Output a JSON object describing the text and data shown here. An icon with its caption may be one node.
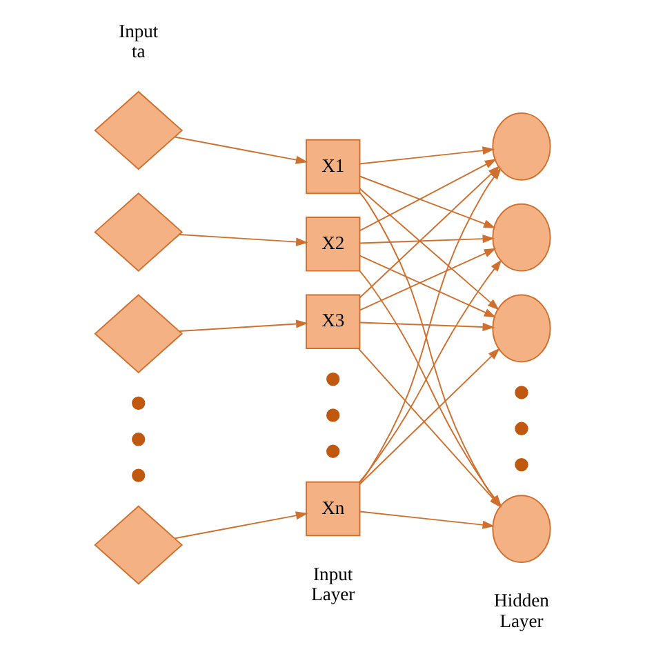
{
  "diagram": {
    "nodes": [
      {
        "text": [],
        "shape": "diamond"
      },
      {
        "text": [],
        "shape": "diamond"
      },
      {
        "text": [],
        "shape": "diamond"
      },
      {
        "text": [],
        "shape": "diamond"
      },
      {
        "text": [
          "X1"
        ]
      },
      {
        "text": [
          "X2"
        ]
      },
      {
        "text": [
          "X3"
        ]
      },
      {
        "text": [
          "Xn"
        ]
      },
      {
        "text": [],
        "shape": "circle"
      },
      {
        "text": [],
        "shape": "circle"
      },
      {
        "text": [],
        "shape": "circle"
      },
      {
        "text": [],
        "shape": "circle"
      }
    ],
    "edges": [
      {
        "from": 0,
        "to": 4,
        "arrow": "to"
      },
      {
        "from": 1,
        "to": 5,
        "arrow": "to"
      },
      {
        "from": 2,
        "to": 6,
        "arrow": "to"
      },
      {
        "from": 3,
        "to": 7,
        "arrow": "to"
      },
      {
        "from": 4,
        "to": 8,
        "arrow": "to"
      },
      {
        "from": 4,
        "to": 9,
        "arrow": "to"
      },
      {
        "from": 4,
        "to": 10,
        "arrow": "to"
      },
      {
        "from": 4,
        "to": 11,
        "arrow": "to"
      },
      {
        "from": 5,
        "to": 8,
        "arrow": "to"
      },
      {
        "from": 5,
        "to": 9,
        "arrow": "to"
      },
      {
        "from": 5,
        "to": 10,
        "arrow": "to"
      },
      {
        "from": 5,
        "to": 11,
        "arrow": "to"
      },
      {
        "from": 6,
        "to": 8,
        "arrow": "to"
      },
      {
        "from": 6,
        "to": 9,
        "arrow": "to"
      },
      {
        "from": 6,
        "to": 10,
        "arrow": "to"
      },
      {
        "from": 6,
        "to": 11,
        "arrow": "to"
      },
      {
        "from": 7,
        "to": 8,
        "arrow": "to"
      },
      {
        "from": 7,
        "to": 9,
        "arrow": "to"
      },
      {
        "from": 7,
        "to": 10,
        "arrow": "to"
      },
      {
        "from": 7,
        "to": 11,
        "arrow": "to"
      }
    ],
    "labels": [
      "Input ta",
      "Input Layer",
      "Hidden Layer"
    ]
  }
}
